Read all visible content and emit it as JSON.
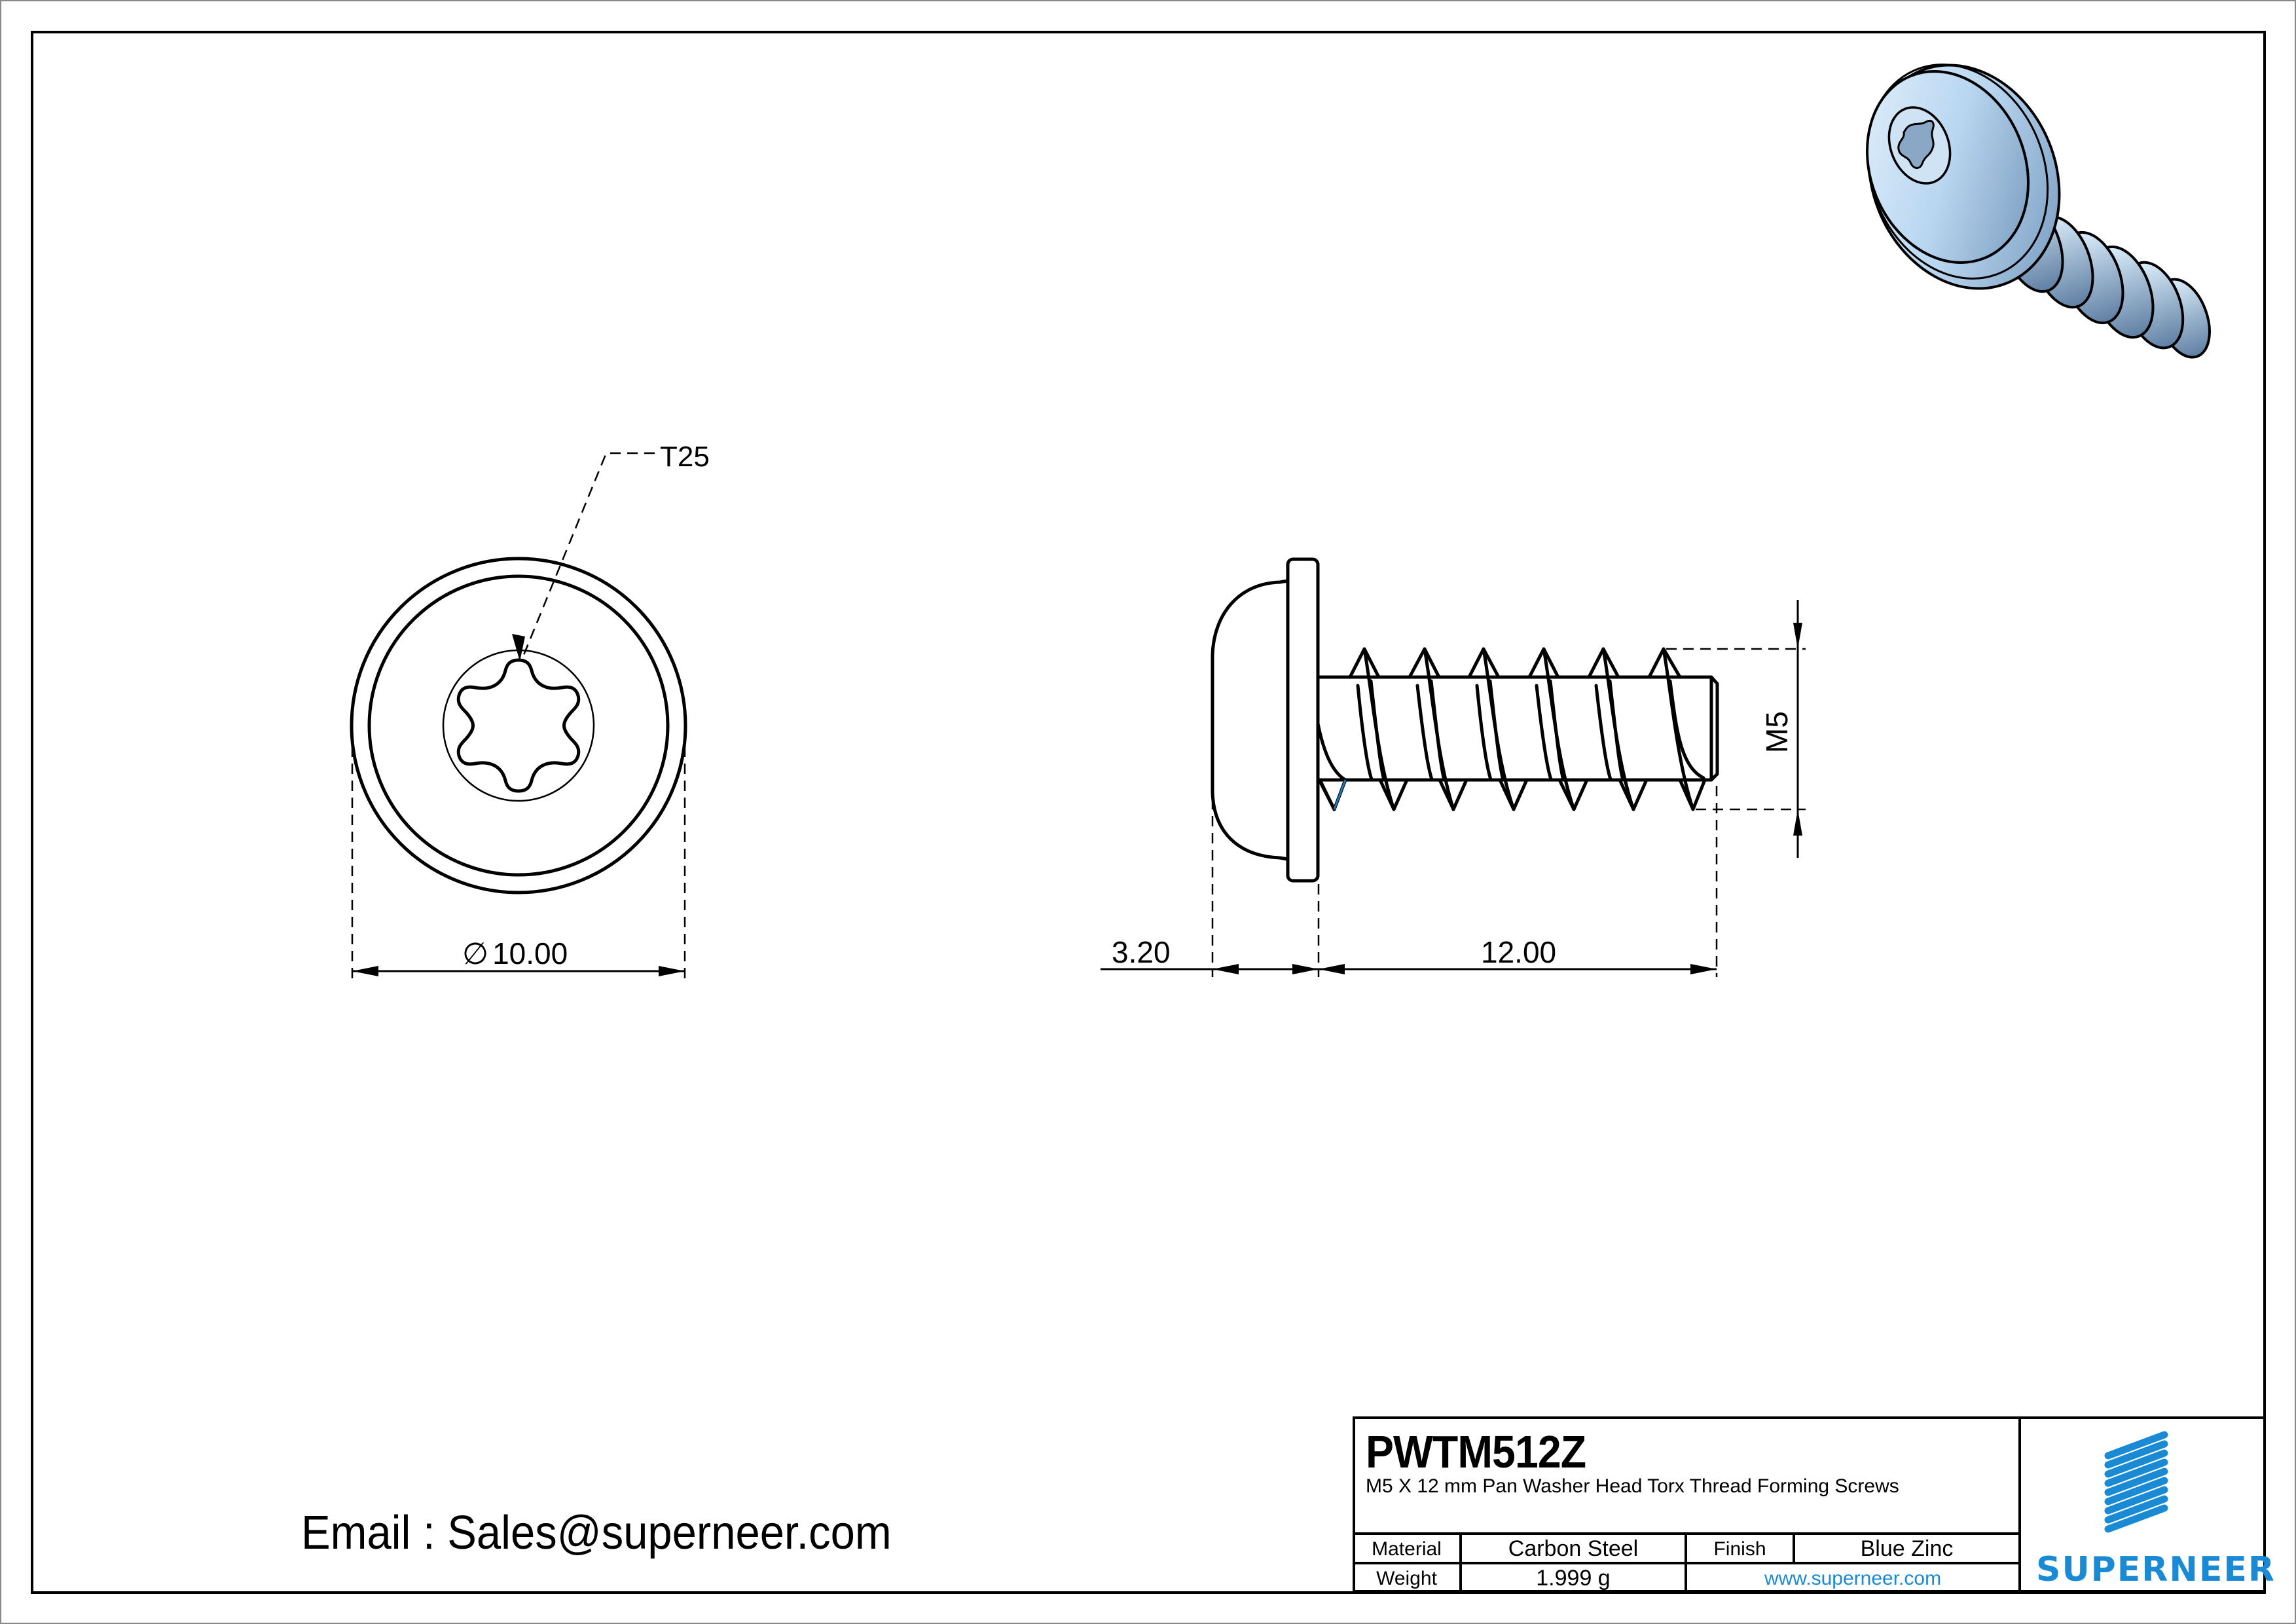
{
  "drawing": {
    "front_view": {
      "leader_label": "T25",
      "diameter_symbol": "∅",
      "diameter_value": "10.00"
    },
    "side_view": {
      "head_height": "3.20",
      "length": "12.00",
      "thread_size": "M5"
    },
    "iso_view": {
      "description": "3D render of blue zinc pan washer head torx thread forming screw",
      "color": "#b9d6f0"
    }
  },
  "contact": {
    "email_text": "Email : Sales@superneer.com"
  },
  "title_block": {
    "part_number": "PWTM512Z",
    "description": "M5 X 12 mm Pan Washer Head Torx Thread Forming Screws",
    "material_label": "Material",
    "material_value": "Carbon Steel",
    "finish_label": "Finish",
    "finish_value": "Blue Zinc",
    "weight_label": "Weight",
    "weight_value": "1.999 g",
    "website": "www.superneer.com",
    "logo_text": "SUPERNEER",
    "brand_color": "#1a8ad4"
  }
}
